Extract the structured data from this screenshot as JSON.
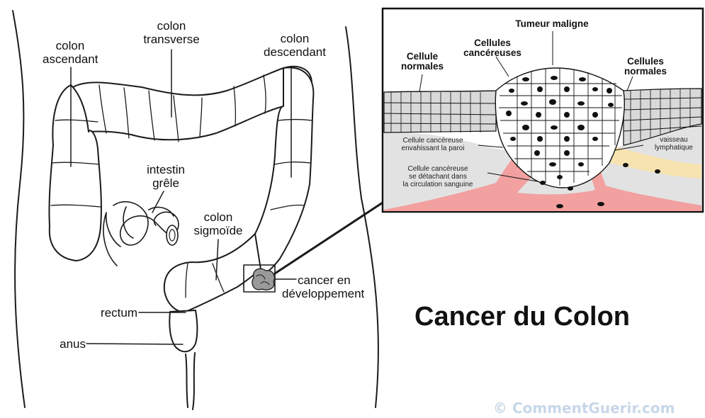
{
  "title": "Cancer du Colon",
  "watermark": "© CommentGuerir.com",
  "anatomy_labels": {
    "colon_ascendant": [
      "colon",
      "ascendant"
    ],
    "colon_transverse": [
      "colon",
      "transverse"
    ],
    "colon_descendant": [
      "colon",
      "descendant"
    ],
    "intestin_grele": [
      "intestin",
      "grêle"
    ],
    "colon_sigmoide": [
      "colon",
      "sigmoïde"
    ],
    "cancer_developpement": [
      "cancer en",
      "développement"
    ],
    "rectum": "rectum",
    "anus": "anus"
  },
  "inset_labels": {
    "tumeur_maligne": "Tumeur maligne",
    "cellules_cancereuses": [
      "Cellules",
      "cancéreuses"
    ],
    "cellule_normales_left": [
      "Cellule",
      "normales"
    ],
    "cellules_normales_right": [
      "Cellules",
      "normales"
    ],
    "cellule_envahissant": [
      "Cellule cancéreuse",
      "envahissant la paroi"
    ],
    "cellule_detachant": [
      "Cellule cancéreuse",
      "se détachant dans",
      "la circulation sanguine"
    ],
    "vaisseau_lymphatique": [
      "vaisseau",
      "lymphatique"
    ]
  },
  "colors": {
    "outline": "#1a1a1a",
    "blood_vessel": "#f2a0a0",
    "lymphatic_vessel": "#f7e3b0",
    "tissue_gray": "#dcdcdc",
    "watermark": "#c7d7e8"
  }
}
